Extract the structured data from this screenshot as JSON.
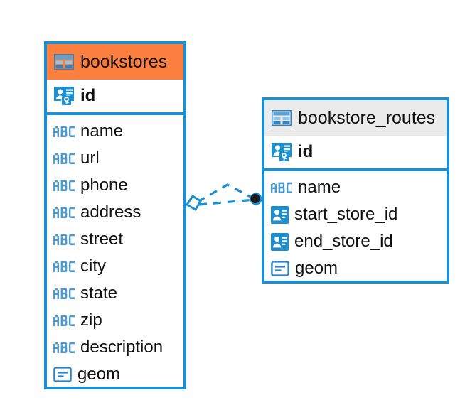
{
  "diagram": {
    "type": "entity-relationship-diagram",
    "background": "#ffffff",
    "accent_blue": "#1a8fd1",
    "accent_orange": "#fb8040",
    "header_gray": "#ebebeb",
    "text_color": "#111111"
  },
  "entities": [
    {
      "name": "bookstores",
      "header_color": "#fb8040",
      "fields": [
        {
          "label": "id",
          "icon": "primary-key-icon",
          "type": "pk"
        },
        {
          "label": "name",
          "icon": "abc-text-icon",
          "type": "text"
        },
        {
          "label": "url",
          "icon": "abc-text-icon",
          "type": "text"
        },
        {
          "label": "phone",
          "icon": "abc-text-icon",
          "type": "text"
        },
        {
          "label": "address",
          "icon": "abc-text-icon",
          "type": "text"
        },
        {
          "label": "street",
          "icon": "abc-text-icon",
          "type": "text"
        },
        {
          "label": "city",
          "icon": "abc-text-icon",
          "type": "text"
        },
        {
          "label": "state",
          "icon": "abc-text-icon",
          "type": "text"
        },
        {
          "label": "zip",
          "icon": "abc-text-icon",
          "type": "text"
        },
        {
          "label": "description",
          "icon": "abc-text-icon",
          "type": "text"
        },
        {
          "label": "geom",
          "icon": "geometry-icon",
          "type": "geometry"
        }
      ]
    },
    {
      "name": "bookstore_routes",
      "header_color": "#ebebeb",
      "fields": [
        {
          "label": "id",
          "icon": "primary-key-icon",
          "type": "pk"
        },
        {
          "label": "name",
          "icon": "abc-text-icon",
          "type": "text"
        },
        {
          "label": "start_store_id",
          "icon": "foreign-key-icon",
          "type": "fk"
        },
        {
          "label": "end_store_id",
          "icon": "foreign-key-icon",
          "type": "fk"
        },
        {
          "label": "geom",
          "icon": "geometry-icon",
          "type": "geometry"
        }
      ]
    }
  ],
  "relationship": {
    "from_entity": "bookstores",
    "to_entity": "bookstore_routes",
    "line_style": "dashed",
    "line_color": "#1a8fd1",
    "source_marker": "diamond-outline",
    "target_marker": "filled-circle",
    "target_marker_color": "#1c1c1c"
  }
}
